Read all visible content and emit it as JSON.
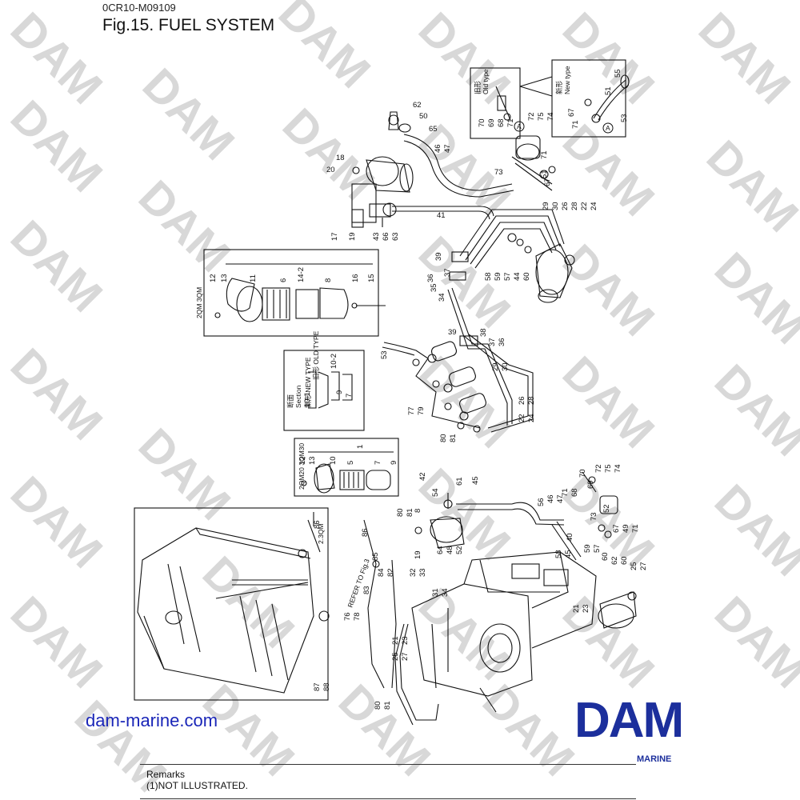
{
  "header": {
    "code": "0CR10-M09109",
    "title": "Fig.15.  FUEL SYSTEM"
  },
  "watermark": {
    "text": "DAM",
    "color": "#d8d8d8"
  },
  "diagram": {
    "insets": {
      "filter_1": {
        "model_label": "2QM 3QM"
      },
      "filter_2": {
        "model_label": "2QM20 3QM30"
      },
      "section": {
        "title_jp": "断面",
        "title_en": "Section",
        "new_label": "新形 NEW TYPE",
        "old_label": "旧形 OLD TYPE"
      },
      "old_type": {
        "label_jp": "旧形",
        "label_en": "Old type"
      },
      "new_type": {
        "label_jp": "新形",
        "label_en": "New type"
      },
      "tank": {
        "model_label": "2.3QM"
      }
    },
    "refer_text": "REFER TO Fig.3",
    "circle_marker": "A"
  },
  "site": {
    "url_text": "dam-marine.com",
    "color": "#1a26b8"
  },
  "logo": {
    "text": "DAM",
    "sub": "MARINE",
    "color": "#1c2f9c"
  },
  "remarks": {
    "title": "Remarks",
    "line1": "(1)NOT ILLUSTRATED."
  }
}
